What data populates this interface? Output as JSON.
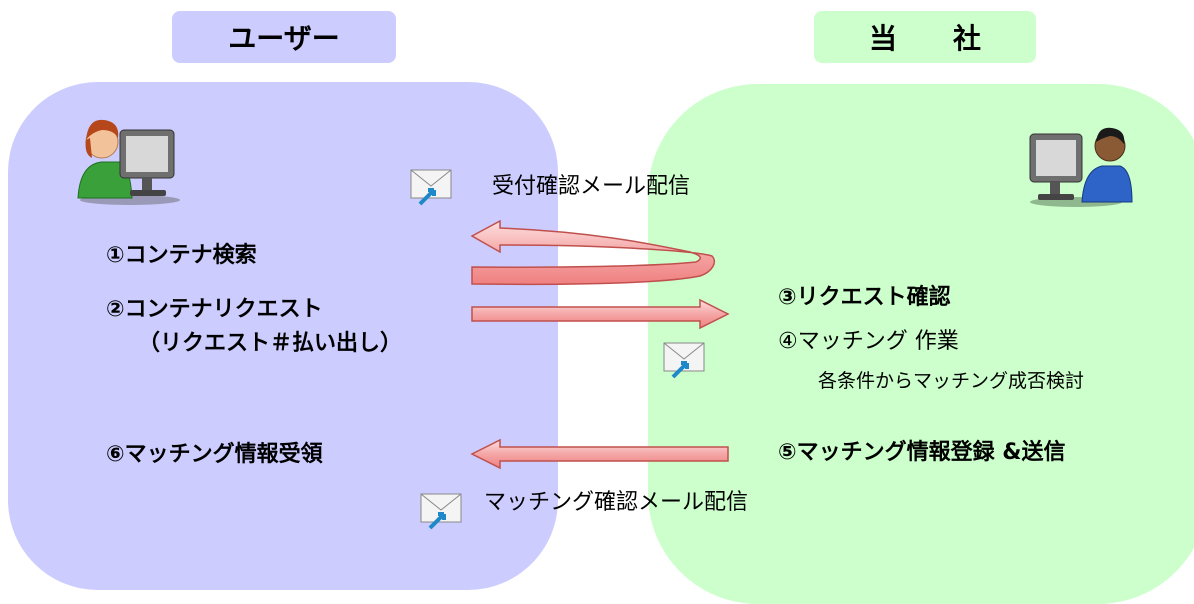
{
  "headers": {
    "user": "ユーザー",
    "company": "当　　社"
  },
  "user_steps": {
    "s1": "①コンテナ検索",
    "s2": "②コンテナリクエスト",
    "s2_sub": "（リクエスト＃払い出し）",
    "s6": "⑥マッチング情報受領"
  },
  "company_steps": {
    "s3": "③リクエスト確認",
    "s4": "④マッチング 作業",
    "s4_sub": "各条件からマッチング成否検討",
    "s5": "⑤マッチング情報登録 &送信"
  },
  "mail_labels": {
    "receipt": "受付確認メール配信",
    "matching": "マッチング確認メール配信"
  },
  "icons": [
    "user-person-icon",
    "staff-person-icon",
    "mail-icon"
  ],
  "colors": {
    "user_bg": "#ccccff",
    "company_bg": "#ccffcc",
    "arrow_fill": "#f4a6a6",
    "arrow_stroke": "#c0504d"
  }
}
